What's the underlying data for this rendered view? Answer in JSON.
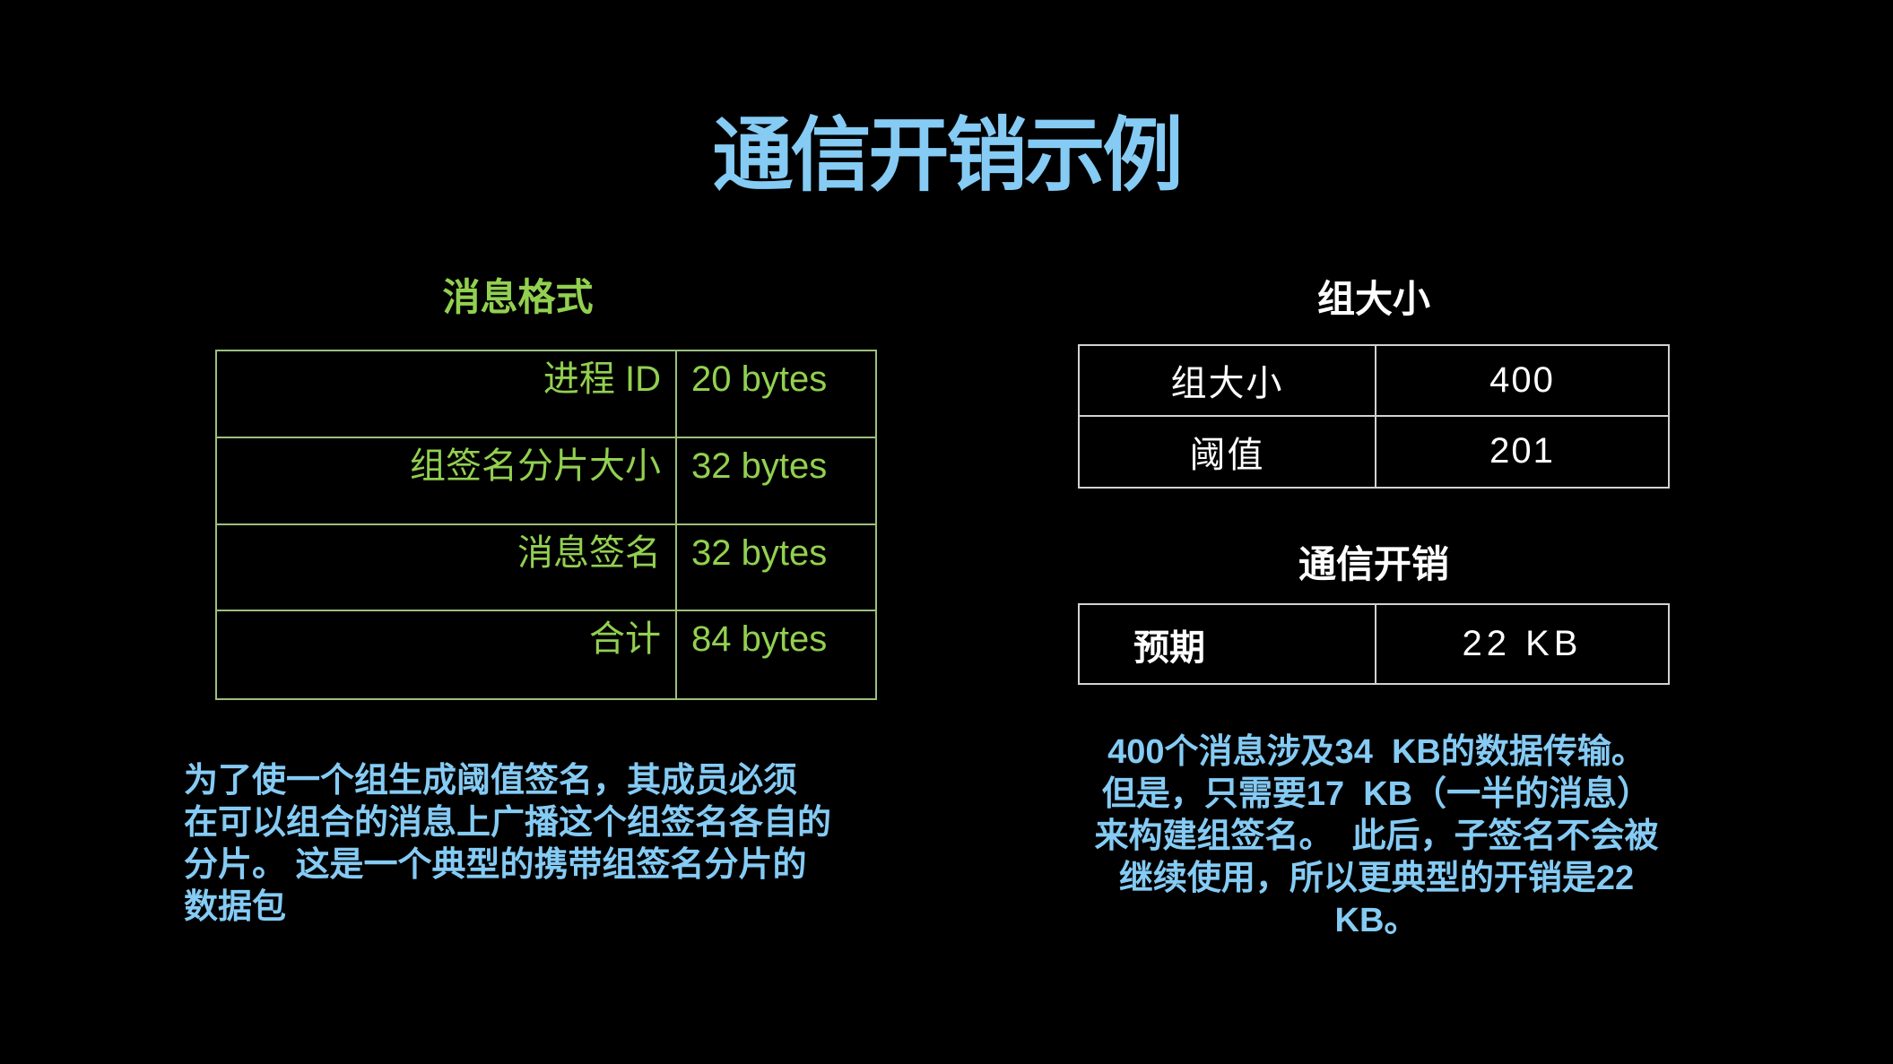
{
  "colors": {
    "bg": "#000000",
    "title": "#85CBF4",
    "green": "#92D050",
    "green_border": "#9DBF7C",
    "white": "#FFFFFF",
    "white_border": "#D2D2D2",
    "note": "#85CBF4"
  },
  "title": "通信开销示例",
  "left": {
    "heading": "消息格式",
    "table": {
      "rows": [
        {
          "label": "进程 ID",
          "value": "20 bytes"
        },
        {
          "label": "组签名分片大小",
          "value": "32 bytes"
        },
        {
          "label": "消息签名",
          "value": "32 bytes"
        },
        {
          "label": "合计",
          "value": "84 bytes"
        }
      ]
    },
    "note": "为了使一个组生成阈值签名，其成员必须\n在可以组合的消息上广播这个组签名各自的\n分片。 这是一个典型的携带组签名分片的\n数据包"
  },
  "right": {
    "group_heading": "组大小",
    "group_table": {
      "rows": [
        {
          "label": "组大小",
          "value": "400"
        },
        {
          "label": "阈值",
          "value": "201"
        }
      ]
    },
    "overhead_heading": "通信开销",
    "overhead_table": {
      "rows": [
        {
          "label": "预期",
          "value": "22 KB"
        }
      ]
    },
    "note": "400个消息涉及34  KB的数据传输。\n但是，只需要17  KB（一半的消息）\n来构建组签名。  此后，子签名不会被\n继续使用，所以更典型的开销是22\nKB。"
  }
}
